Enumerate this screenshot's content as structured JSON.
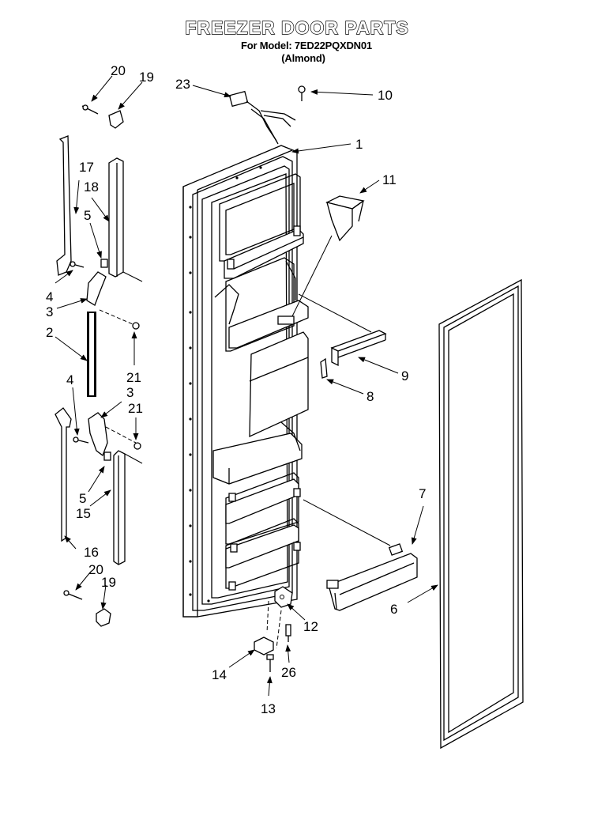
{
  "header": {
    "title": "FREEZER DOOR PARTS",
    "model_line": "For Model: 7ED22PQXDN01",
    "color_line": "(Almond)"
  },
  "callouts": {
    "c1": "1",
    "c2": "2",
    "c3a": "3",
    "c3b": "3",
    "c4a": "4",
    "c4b": "4",
    "c5a": "5",
    "c5b": "5",
    "c6": "6",
    "c7": "7",
    "c8": "8",
    "c9": "9",
    "c10": "10",
    "c11": "11",
    "c12": "12",
    "c13": "13",
    "c14": "14",
    "c15": "15",
    "c16": "16",
    "c17": "17",
    "c18": "18",
    "c19a": "19",
    "c19b": "19",
    "c20a": "20",
    "c20b": "20",
    "c21a": "21",
    "c21b": "21",
    "c23": "23",
    "c26": "26"
  }
}
